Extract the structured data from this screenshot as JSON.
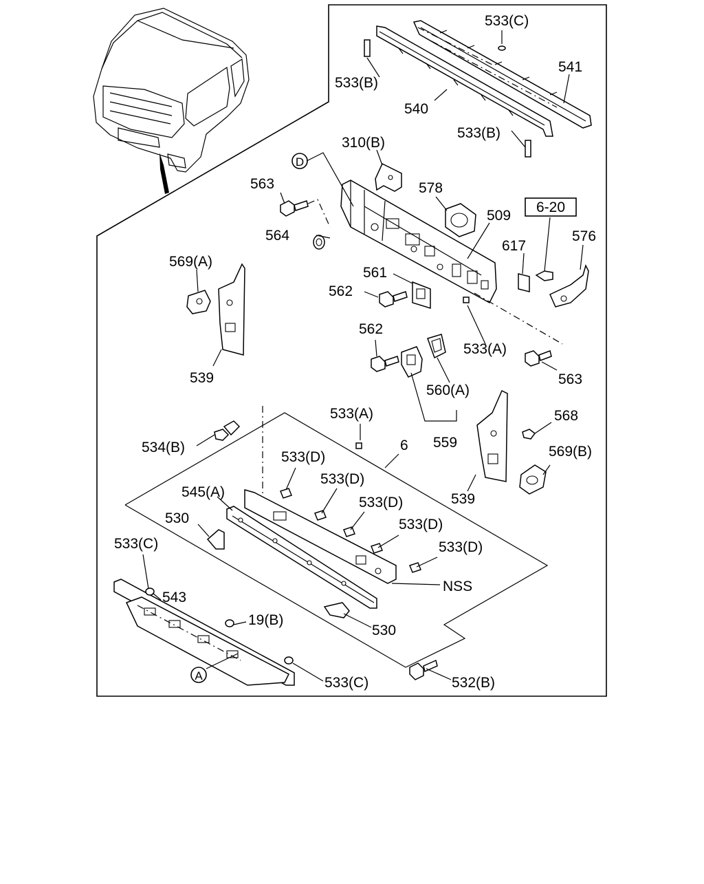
{
  "labels": {
    "l533C_top": "533(C)",
    "l541": "541",
    "l533B_a": "533(B)",
    "l540": "540",
    "l533B_b": "533(B)",
    "l310B": "310(B)",
    "lD": "D",
    "l563_a": "563",
    "l578": "578",
    "l6_20": "6-20",
    "l509": "509",
    "l564": "564",
    "l617": "617",
    "l576": "576",
    "l569A": "569(A)",
    "l561": "561",
    "l562_a": "562",
    "l562_b": "562",
    "l533A_a": "533(A)",
    "l563_b": "563",
    "l539_a": "539",
    "l560A": "560(A)",
    "l533A_b": "533(A)",
    "l568": "568",
    "l534B": "534(B)",
    "l6": "6",
    "l559": "559",
    "l569B": "569(B)",
    "l533D_1": "533(D)",
    "l533D_2": "533(D)",
    "l545A": "545(A)",
    "l539_b": "539",
    "l533D_3": "533(D)",
    "l530_a": "530",
    "l533D_4": "533(D)",
    "l533C_b": "533(C)",
    "l533D_5": "533(D)",
    "l543": "543",
    "lNSS": "NSS",
    "l19B": "19(B)",
    "l530_b": "530",
    "lA": "A",
    "l533C_c": "533(C)",
    "l532B": "532(B)"
  }
}
